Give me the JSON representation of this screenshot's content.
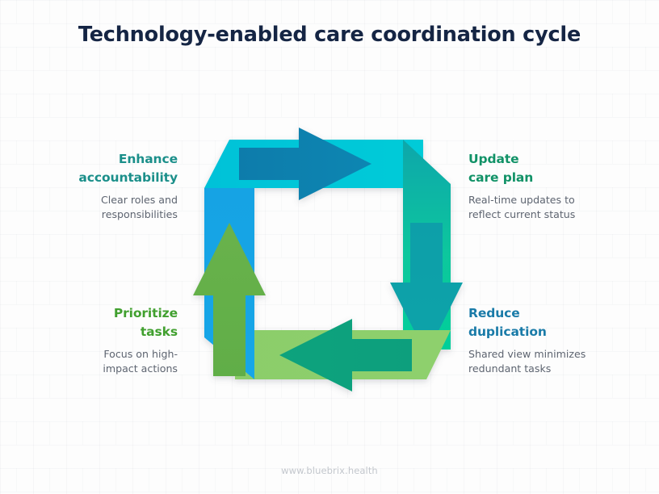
{
  "page": {
    "title": "Technology-enabled care coordination cycle",
    "footer": "www.bluebrix.health",
    "background_color": "#fdfdfd",
    "title_color": "#152544",
    "description_color": "#5d6470",
    "footer_color": "#c3c7cd"
  },
  "steps": [
    {
      "id": "enhance-accountability",
      "position": "top-left",
      "title_line1": "Enhance",
      "title_line2": "accountability",
      "desc_line1": "Clear roles and",
      "desc_line2": "responsibilities",
      "color": "#1b8f8a"
    },
    {
      "id": "update-care-plan",
      "position": "top-right",
      "title_line1": "Update",
      "title_line2": "care plan",
      "desc_line1": "Real-time updates to",
      "desc_line2": "reflect current status",
      "color": "#119267"
    },
    {
      "id": "prioritize-tasks",
      "position": "bottom-left",
      "title_line1": "Prioritize",
      "title_line2": "tasks",
      "desc_line1": "Focus on high-",
      "desc_line2": "impact actions",
      "color": "#41а02f"
    },
    {
      "id": "reduce-duplication",
      "position": "bottom-right",
      "title_line1": "Reduce",
      "title_line2": "duplication",
      "desc_line1": "Shared view minimizes",
      "desc_line2": "redundant tasks",
      "color": "#1a7ba8"
    }
  ],
  "diagram": {
    "type": "cycle",
    "direction": "clockwise",
    "arrows": [
      {
        "id": "arrow-top",
        "name": "top-arrow-right",
        "band_color": "#00c6da",
        "head_color": "#0b7fab",
        "tail_color": "#14a0e0"
      },
      {
        "id": "arrow-right",
        "name": "right-arrow-down",
        "band_color": "#00cf9a",
        "head_color": "#09a0a8",
        "tail_color": "#0ba3ab"
      },
      {
        "id": "arrow-bottom",
        "name": "bottom-arrow-left",
        "band_color": "#8cce6a",
        "head_color": "#09a07c",
        "tail_color": "#0a9e7b"
      },
      {
        "id": "arrow-left",
        "name": "left-arrow-up",
        "band_color": "#17a5e6",
        "head_color": "#63af48",
        "tail_color": "#5fae46"
      }
    ]
  }
}
